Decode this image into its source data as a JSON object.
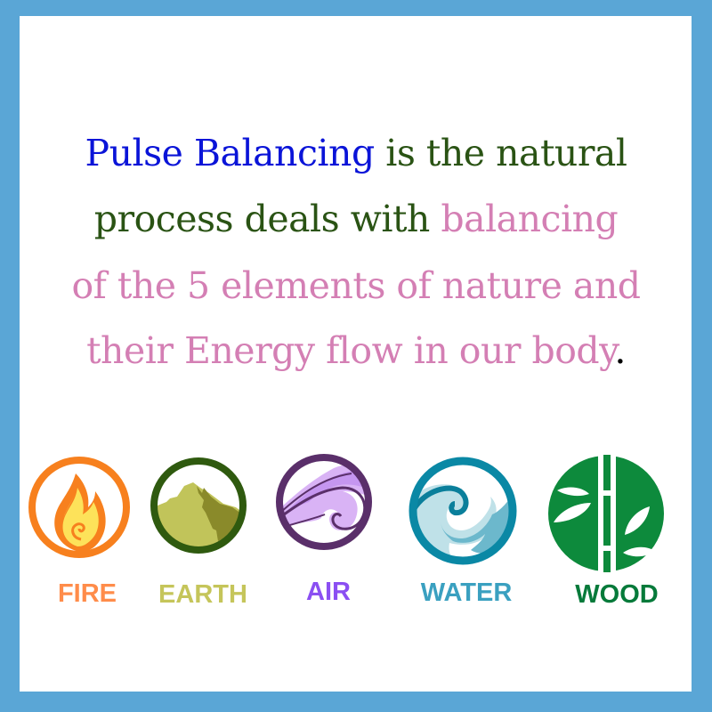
{
  "frame": {
    "border_color": "#5aa6d6",
    "background": "#ffffff"
  },
  "headline": {
    "line1": {
      "part1": "Pulse Balancing",
      "part2": " is the natural"
    },
    "line2": {
      "part1": "process deals with ",
      "part2": "balancing"
    },
    "line3": {
      "part1": "of the 5 elements of nature and"
    },
    "line4": {
      "part1": "their Energy flow in our body",
      "part2": "."
    },
    "colors": {
      "highlight_blue": "#0a14d8",
      "body_green": "#2a5314",
      "accent_pink": "#d47fb4"
    }
  },
  "elements": [
    {
      "name": "FIRE",
      "icon": "fire-icon",
      "color": "#ff8c4a"
    },
    {
      "name": "EARTH",
      "icon": "mountain-icon",
      "color": "#c5c55a"
    },
    {
      "name": "AIR",
      "icon": "wind-icon",
      "color": "#8b4ff2"
    },
    {
      "name": "WATER",
      "icon": "wave-icon",
      "color": "#3aa0c0"
    },
    {
      "name": "WOOD",
      "icon": "bamboo-icon",
      "color": "#067a3a"
    }
  ]
}
